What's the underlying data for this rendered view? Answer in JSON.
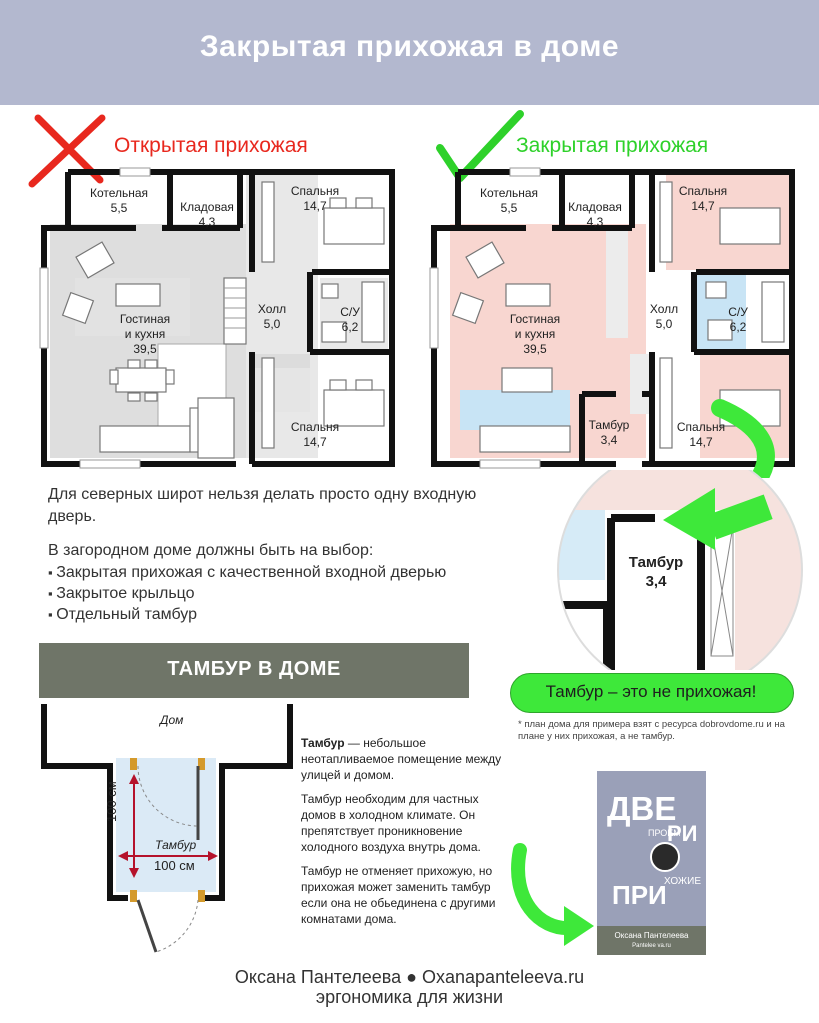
{
  "banner": {
    "title": "Закрытая прихожая в доме"
  },
  "plan_open": {
    "title": "Открытая прихожая",
    "rooms": {
      "boiler": "Котельная\n5,5",
      "pantry": "Кладовая\n4,3",
      "bedroom1": "Спальня\n14,7",
      "living": "Гостиная\nи кухня\n39,5",
      "hall": "Холл\n5,0",
      "wc": "С/У\n6,2",
      "bedroom2": "Спальня\n14,7"
    }
  },
  "plan_closed": {
    "title": "Закрытая прихожая",
    "rooms": {
      "boiler": "Котельная\n5,5",
      "pantry": "Кладовая\n4,3",
      "bedroom1": "Спальня\n14,7",
      "living": "Гостиная\nи кухня\n39,5",
      "hall": "Холл\n5,0",
      "wc": "С/У\n6,2",
      "vestibule": "Тамбур\n3,4",
      "bedroom2": "Спальня\n14,7"
    }
  },
  "zoom": {
    "label": "Тамбур\n3,4"
  },
  "body_text": {
    "p1": "Для северных широт нельзя делать просто одну входную дверь.",
    "p2": "В загородном доме должны быть на выбор:",
    "items": [
      "Закрытая прихожая с качественной входной дверью",
      "Закрытое крыльцо",
      "Отдельный тамбур"
    ]
  },
  "tambur_section": {
    "header": "ТАМБУР В ДОМЕ",
    "drawing": {
      "house_label": "Дом",
      "room_label": "Тамбур",
      "dim_vertical": "100 см",
      "dim_horizontal": "100 см"
    },
    "desc": {
      "term": "Тамбур",
      "p1_rest": " — небольшое неотапливаемое помещение между улицей и домом.",
      "p2": "Тамбур необходим для частных домов в холодном климате. Он препятствует проникновение холодного воздуха внутрь дома.",
      "p3": "Тамбур не отменяет прихожую, но прихожая может заменить тамбур если она не обьединена с другими комнатами дома."
    }
  },
  "note_pill": "Тамбур – это не прихожая!",
  "footnote": "* план дома для примера  взят с ресурса dobrovdome.ru и на плане у них прихожая, а  не тамбур.",
  "book": {
    "big1": "ДВЕ",
    "big2": "РИ",
    "big3": "ПРИ",
    "big4": "ХОЖИЕ",
    "small": "ПРОЕМ",
    "author": "Оксана Пантелеева",
    "site": "Pantelee va.ru"
  },
  "footer": {
    "line1": "Оксана Пантелеева ● Oxanapanteleeva.ru",
    "line2": "эргономика для жизни"
  },
  "colors": {
    "banner": "#b3b8cf",
    "red": "#e8281e",
    "green": "#2ed12a",
    "pill": "#3ee83a",
    "pink": "#f8d6d0",
    "blue": "#c8e4f5",
    "header": "#6f7568"
  }
}
